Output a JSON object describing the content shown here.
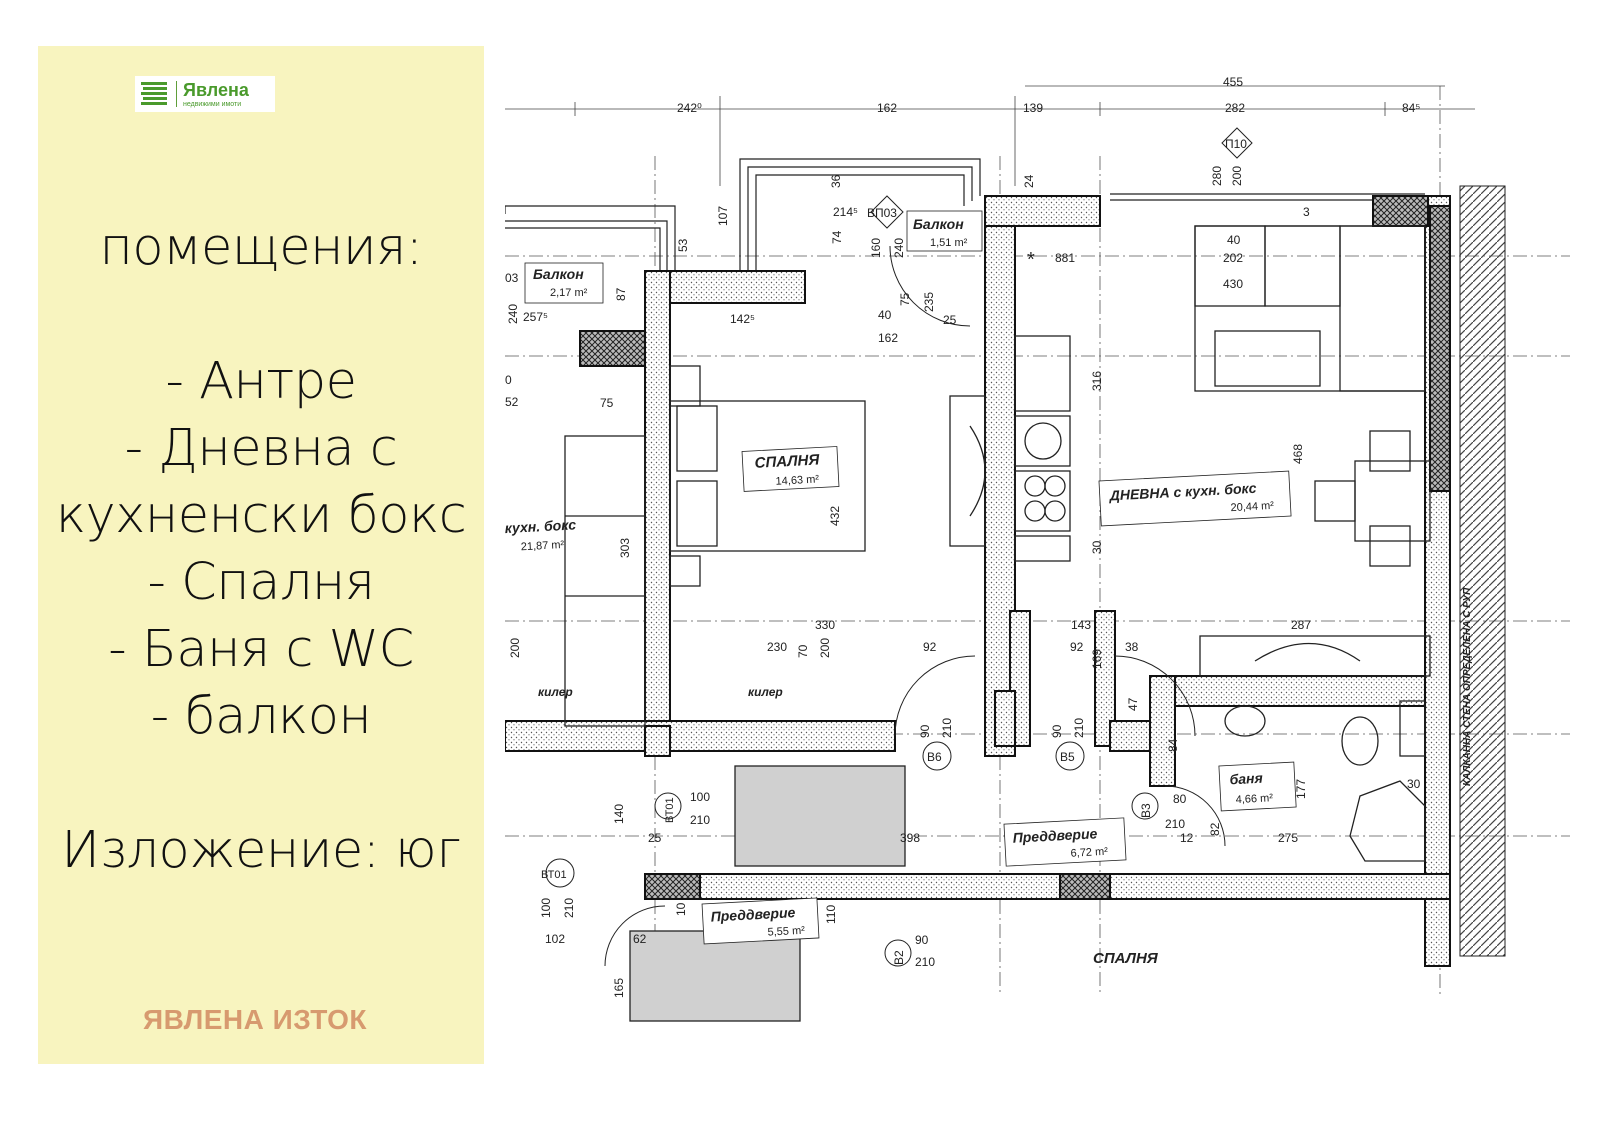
{
  "logo": {
    "name": "Явлена",
    "tagline": "недвижими имоти",
    "brand_color": "#4a9a2c"
  },
  "info": {
    "heading": "помещения:",
    "rooms": [
      "- Антре",
      "- Дневна с",
      "кухненски бокс",
      "- Спалня",
      "- Баня с WC",
      "- балкон"
    ],
    "exposure": "Изложение: юг",
    "panel_color": "#f8f4bf"
  },
  "brand_footer": {
    "text": "ЯВЛЕНА ИЗТОК",
    "color": "#d79a6f"
  },
  "floor_plan": {
    "rooms": {
      "balcony_main": "Балкон",
      "balcony_main_area": "1,51 m²",
      "balcony_left": "Балкон",
      "balcony_left_area": "2,17 m²",
      "bedroom": "СПАЛНЯ",
      "bedroom_area": "14,63 m²",
      "living": "ДНЕВНА с кухн. бокс",
      "living_area": "20,44 m²",
      "left_living": "кухн. бокс",
      "left_living_area": "21,87 m²",
      "closet_left": "килер",
      "closet_right": "килер",
      "bathroom": "баня",
      "bathroom_area": "4,66 m²",
      "entrance": "Преддверие",
      "entrance_area": "6,72 m²",
      "entrance_lower": "Преддверие",
      "entrance_lower_area": "5,55 m²",
      "bedroom_lower": "СПАЛНЯ"
    },
    "wall_note": "КАЛКАННА СТЕНА ОПРЕДЕЛЕНА С РУП",
    "tags": {
      "p10": "П10",
      "vp03": "ВП03",
      "b6": "В6",
      "b5": "В5",
      "b3": "В3",
      "b2": "В2",
      "vt01a": "ВТ01",
      "vt01b": "ВТ01",
      "cut_03": "03"
    },
    "dims": {
      "d455": "455",
      "d242": "242⁰",
      "d162": "162",
      "d139": "139",
      "d282": "282",
      "d84": "84⁵",
      "d280": "280",
      "d200": "200",
      "d107": "107",
      "d53": "53",
      "d36": "36",
      "d214": "214⁵",
      "d74": "74",
      "d160": "160",
      "d240": "240",
      "d24": "24",
      "d40": "40",
      "d202": "202",
      "d430": "430",
      "d881": "881",
      "d75a": "75",
      "d235": "235",
      "d40b": "40",
      "d25": "25",
      "d162b": "162",
      "d142": "142⁵",
      "d257": "257⁵",
      "d240b": "240",
      "d87": "87",
      "d316": "316",
      "d75b": "75",
      "d432": "432",
      "d468": "468",
      "d30": "30",
      "d303": "303",
      "d330": "330",
      "d230": "230",
      "d70": "70",
      "d200b": "200",
      "d200c": "200",
      "d92a": "92",
      "d143": "143",
      "d92b": "92",
      "d38": "38",
      "d287": "287",
      "d47": "47",
      "d90a": "90",
      "d210a": "210",
      "d90b": "90",
      "d210b": "210",
      "d84b": "84",
      "d177": "177",
      "d30b": "30",
      "d100a": "100",
      "d210c": "210",
      "d140": "140",
      "d25b": "25",
      "d398": "398",
      "d80": "80",
      "d210d": "210",
      "d12": "12",
      "d82": "82",
      "d275": "275",
      "d102": "102",
      "d100b": "100",
      "d210e": "210",
      "d62": "62",
      "d110": "110",
      "d165": "165",
      "d90c": "90",
      "d210f": "210",
      "d10": "10",
      "d0": "0",
      "d52": "52",
      "d169": "169",
      "d3": "3"
    }
  }
}
